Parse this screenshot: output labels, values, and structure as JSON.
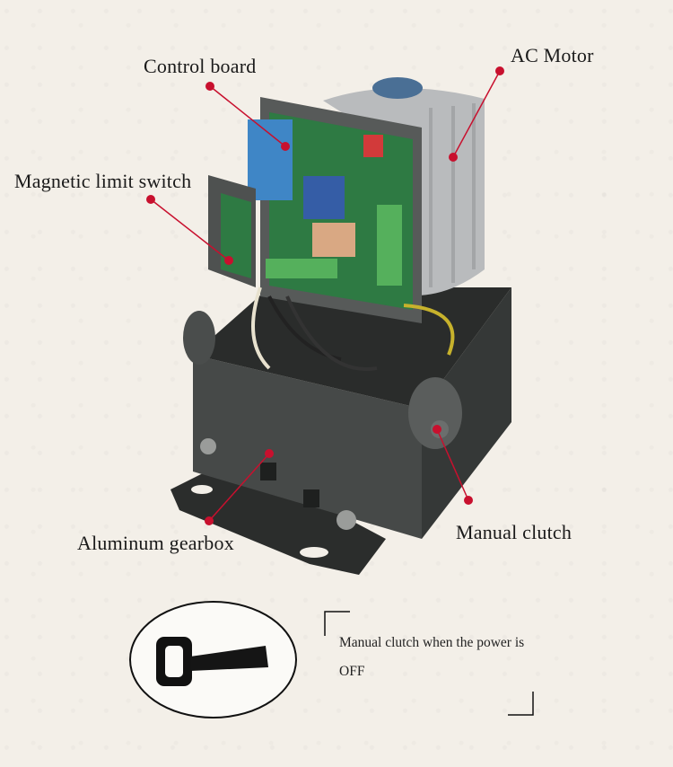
{
  "labels": {
    "control_board": "Control board",
    "ac_motor": "AC Motor",
    "magnetic_limit_switch": "Magnetic limit switch",
    "aluminum_gearbox": "Aluminum gearbox",
    "manual_clutch": "Manual clutch"
  },
  "note": {
    "text": "Manual clutch when the power is OFF"
  },
  "colors": {
    "callout_red": "#c8102e",
    "housing_dark": "#3b3e3d",
    "motor_gray": "#b9bbbd",
    "board_green": "#2e7a43"
  }
}
